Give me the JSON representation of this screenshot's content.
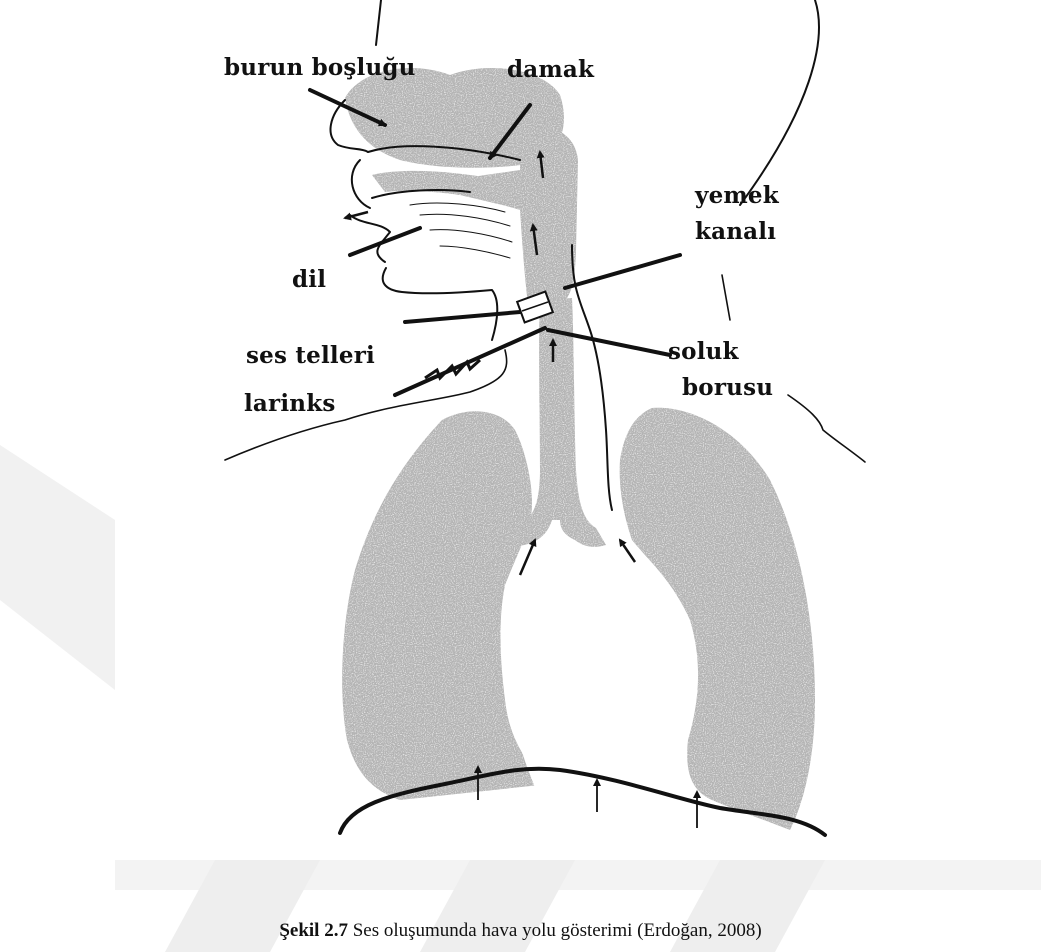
{
  "labels": {
    "burun_boslugu": "burun boşluğu",
    "damak": "damak",
    "yemek_kanali_1": "yemek",
    "yemek_kanali_2": "kanalı",
    "dil": "dil",
    "ses_telleri": "ses telleri",
    "soluk_borusu_1": "soluk",
    "soluk_borusu_2": "borusu",
    "larinks": "larinks"
  },
  "caption": {
    "figure_no": "Şekil 2.7",
    "text": "Ses oluşumunda hava yolu gösterimi (Erdoğan, 2008)"
  },
  "colors": {
    "fill_gray": "#b4b4b4",
    "ink": "#111111",
    "watermark": "#f0f0f0"
  }
}
